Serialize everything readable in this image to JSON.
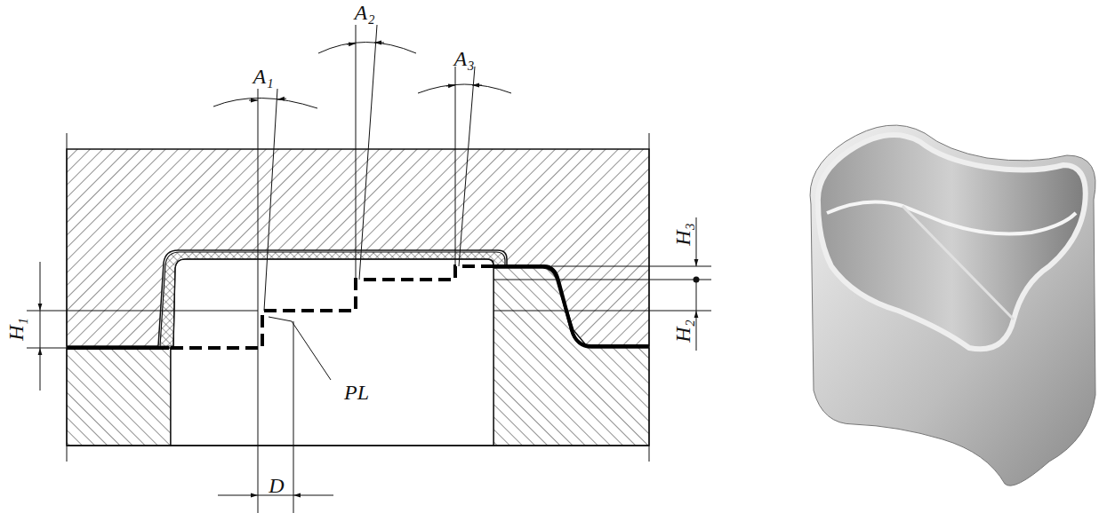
{
  "diagram": {
    "labels": [
      "A₁",
      "A₂",
      "A₃",
      "H₁",
      "H₂",
      "H₃",
      "PL",
      "D"
    ]
  }
}
